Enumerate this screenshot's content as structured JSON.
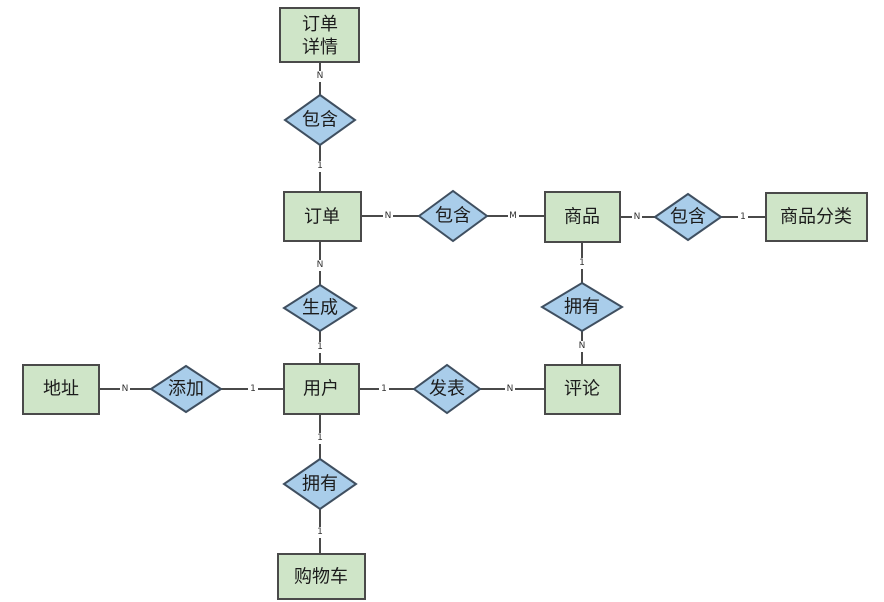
{
  "entities": {
    "order_detail": {
      "line1": "订单",
      "line2": "详情"
    },
    "order": "订单",
    "product": "商品",
    "category": "商品分类",
    "user": "用户",
    "address": "地址",
    "review": "评论",
    "cart": "购物车"
  },
  "relationships": {
    "order_contains_detail": "包含",
    "order_contains_product": "包含",
    "product_in_category": "包含",
    "user_generates_order": "生成",
    "user_adds_address": "添加",
    "user_posts_review": "发表",
    "product_has_review": "拥有",
    "user_has_cart": "拥有"
  },
  "cardinalities": {
    "detail_n": "N",
    "order_1_detail": "1",
    "order_n_product": "N",
    "product_m": "M",
    "product_n_category": "N",
    "category_1": "1",
    "order_n_user": "N",
    "user_1_order": "1",
    "address_n": "N",
    "user_1_address": "1",
    "user_1_review": "1",
    "review_n": "N",
    "product_1_review": "1",
    "review_n_product": "N",
    "user_1_cart": "1",
    "cart_1": "1"
  }
}
